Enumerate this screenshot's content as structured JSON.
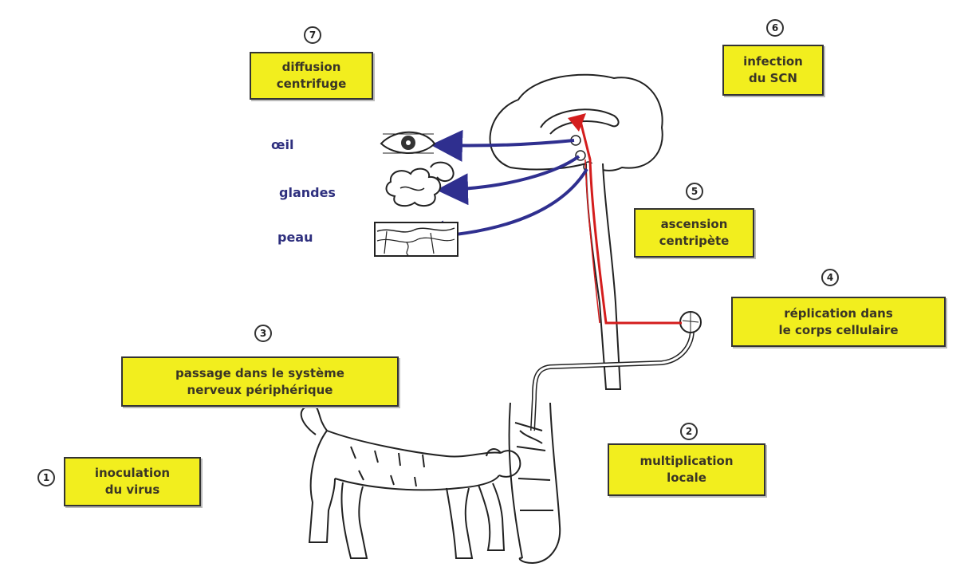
{
  "steps": [
    {
      "number": "1",
      "label": "inoculation\ndu virus"
    },
    {
      "number": "2",
      "label": "multiplication\nlocale"
    },
    {
      "number": "3",
      "label": "passage dans le système\nnerveux périphérique"
    },
    {
      "number": "4",
      "label": "réplication dans\nle corps cellulaire"
    },
    {
      "number": "5",
      "label": "ascension\ncentripète"
    },
    {
      "number": "6",
      "label": "infection\ndu SCN"
    },
    {
      "number": "7",
      "label": "diffusion\ncentrifuge"
    }
  ],
  "organs": [
    {
      "label": "œil",
      "icon": "eye-icon"
    },
    {
      "label": "glandes",
      "icon": "glands-icon"
    },
    {
      "label": "peau",
      "icon": "skin-icon"
    }
  ],
  "colors": {
    "box_fill": "#f2ee1e",
    "centripetal_arrow": "#d41d1d",
    "centrifugal_arrow": "#2f2f8f",
    "label_text": "#3a3526"
  }
}
